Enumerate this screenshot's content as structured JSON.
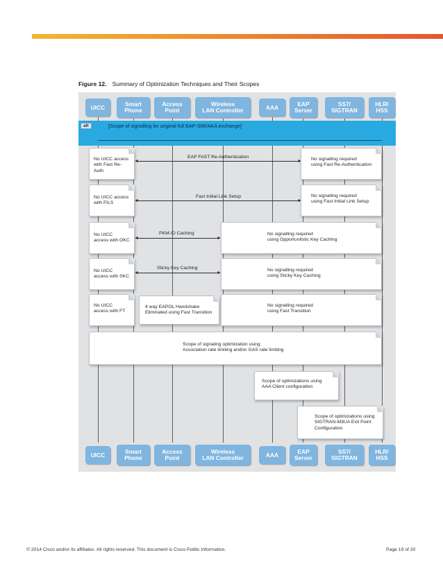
{
  "caption": {
    "figure": "Figure 12.",
    "title": "Summary of Optimization Techniques and Their Scopes"
  },
  "participants": [
    {
      "id": "uicc",
      "line1": "UICC",
      "line2": ""
    },
    {
      "id": "phone",
      "line1": "Smart",
      "line2": "Phone"
    },
    {
      "id": "ap",
      "line1": "Access",
      "line2": "Point"
    },
    {
      "id": "wlc",
      "line1": "Wireless",
      "line2": "LAN Controller"
    },
    {
      "id": "aaa",
      "line1": "AAA",
      "line2": ""
    },
    {
      "id": "eap",
      "line1": "EAP",
      "line2": "Server"
    },
    {
      "id": "ss7",
      "line1": "SS7/",
      "line2": "SIGTRAN"
    },
    {
      "id": "hlr",
      "line1": "HLR/",
      "line2": "HSS"
    }
  ],
  "alt": {
    "tag": "alt",
    "label": "[Scope of signalling for original full EAP-SIM/AKA exchange]"
  },
  "rows": [
    {
      "left_note": "No UICC access\nwith Fast Re-Auth",
      "arrow": "EAP FAST Re-Authentication",
      "right_note": "No signalling required\nusing Fast Re-Authentication"
    },
    {
      "left_note": "No UICC access\nwith FILS",
      "arrow": "Fast Initial Link Setup",
      "right_note": "No signalling required\nusing Fast Initial Link Setup"
    },
    {
      "left_note": "No UICC\naccess with OKC",
      "arrow": "PKM-ID Caching",
      "right_note": "No signalling required\nusing Opportunitstic Key Caching"
    },
    {
      "left_note": "No UICC\naccess with SKC",
      "arrow": "Sticky Key Caching",
      "right_note": "No signalling required\nusing Sticky Key Caching"
    },
    {
      "left_note": "No UICC\naccess with FT",
      "mid_note": "4 way EAPOL Handshake\nEliminated using Fast Transition",
      "right_note": "No signalling required\nusing Fast Transition"
    }
  ],
  "scope_notes": [
    "Scope of signaling optimization using\nAssociation rate limiting and/or GAS rate limiting",
    "Scope of optimizations using\nAAA Client configuration",
    "Scope of optimizations using\nSIGTRAN-M3UA Exit Point\nConfiguration"
  ],
  "footer": {
    "left": "© 2014 Cisco and/or its affiliates. All rights reserved. This document is Cisco Public Information.",
    "right": "Page 19 of 20"
  }
}
